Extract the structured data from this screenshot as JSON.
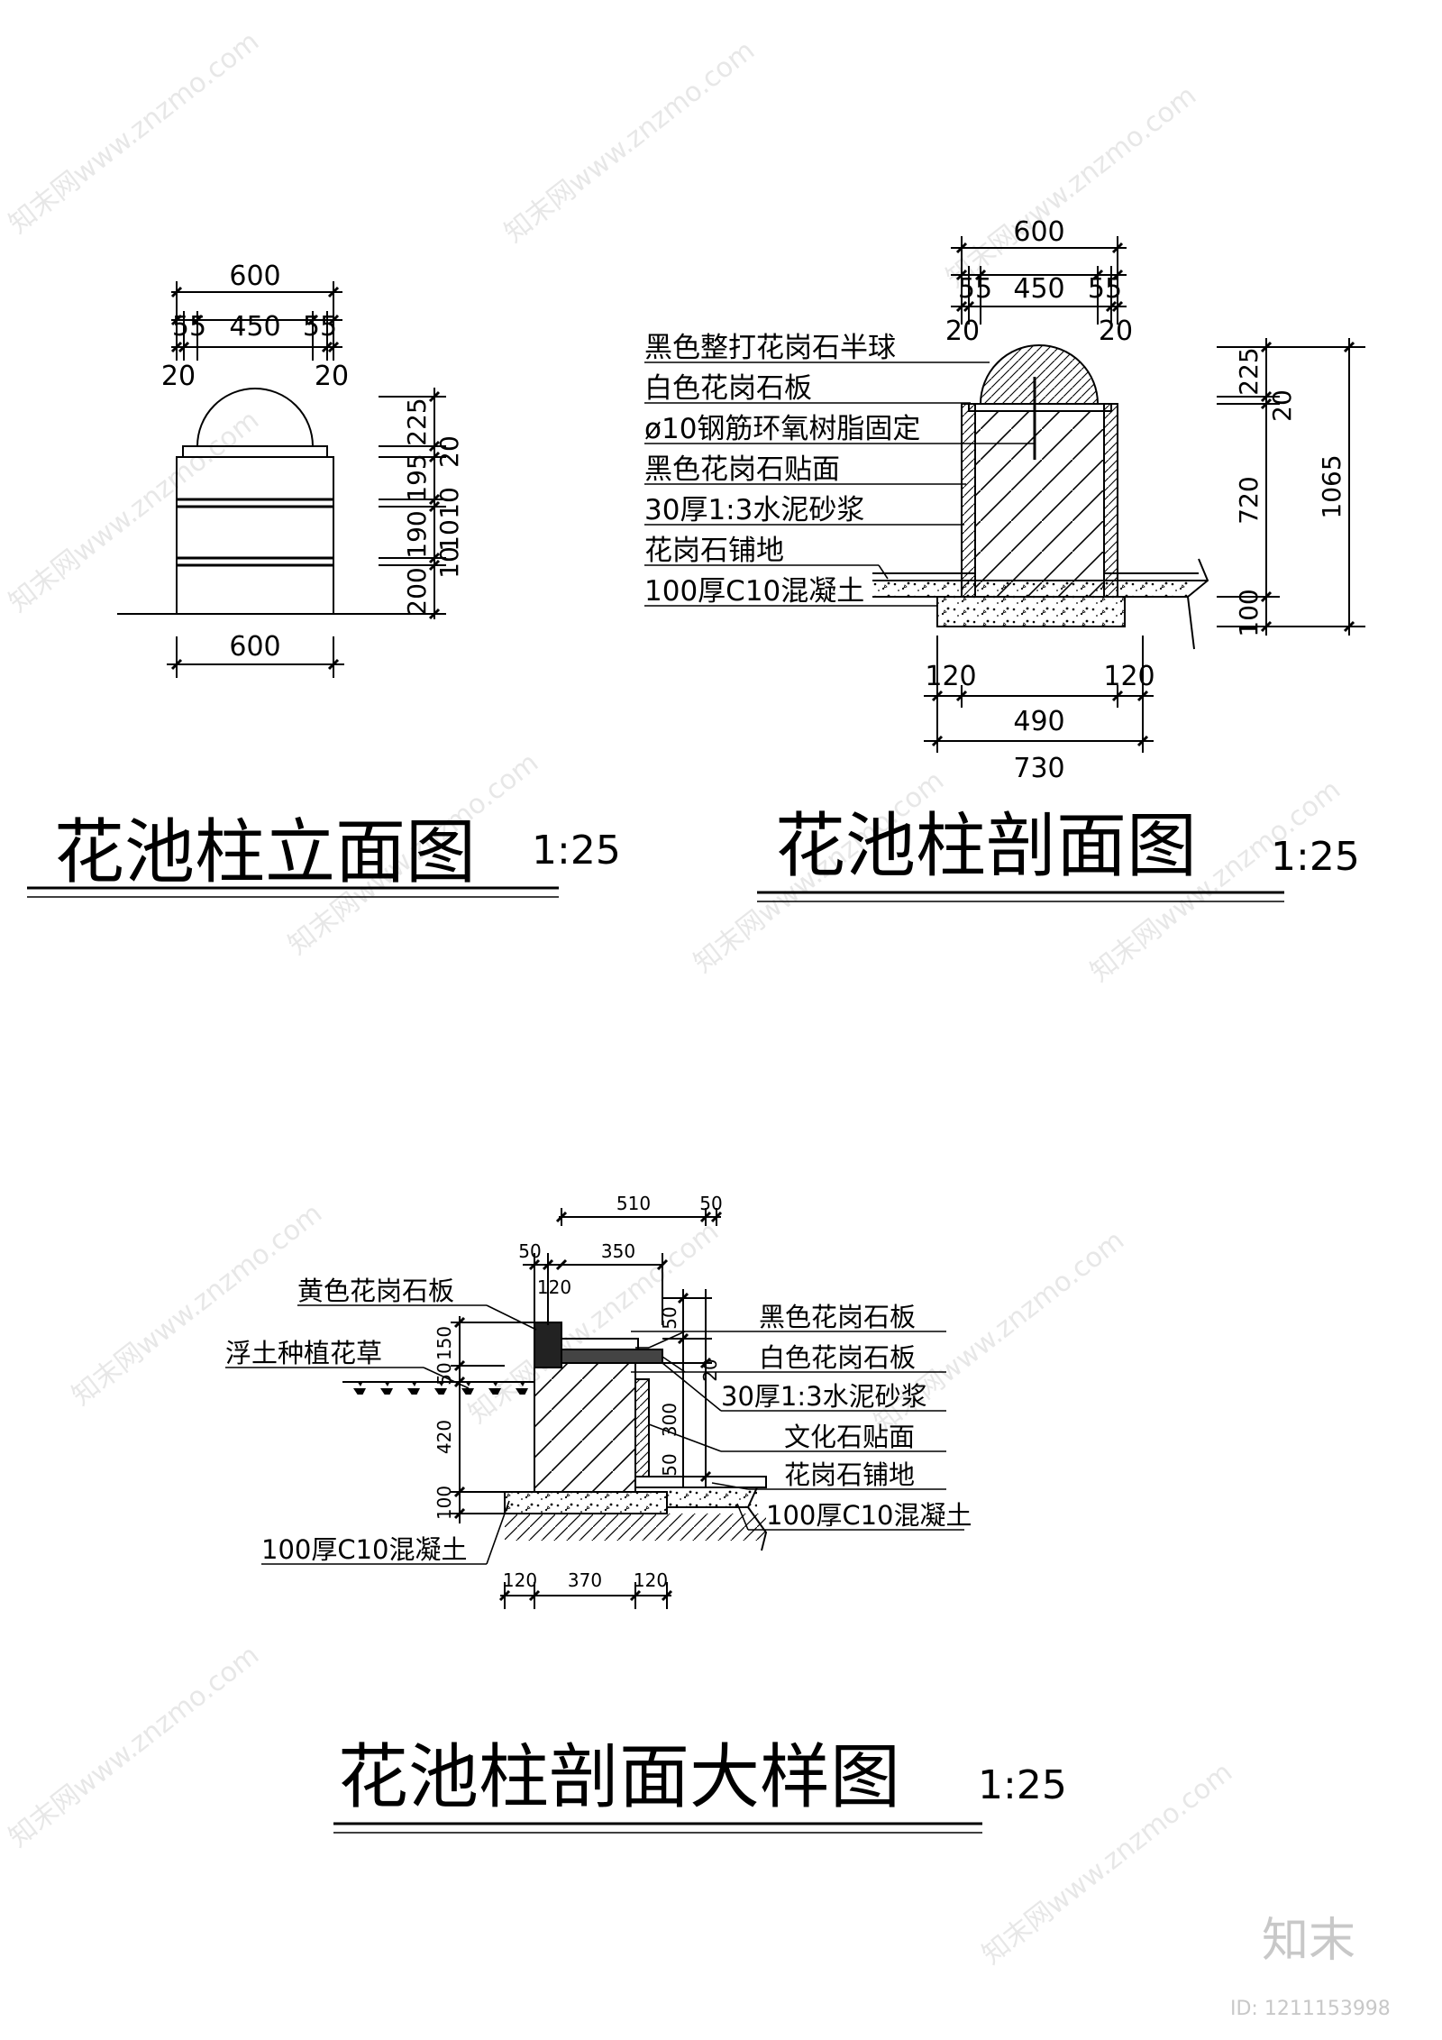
{
  "elevation": {
    "dims_top": [
      "600",
      "55",
      "450",
      "55",
      "20",
      "20"
    ],
    "dims_side": [
      "225",
      "195",
      "190",
      "200",
      "20",
      "10",
      "10",
      "10"
    ],
    "dim_bottom": "600",
    "title": "花池柱立面图",
    "scale": "1:25"
  },
  "section": {
    "dims_top": [
      "600",
      "55",
      "450",
      "55",
      "20",
      "20"
    ],
    "dims_right": [
      "225",
      "20",
      "720",
      "100",
      "1065"
    ],
    "dims_bottom": [
      "120",
      "490",
      "120",
      "730"
    ],
    "notes": [
      "黑色整打花岗石半球",
      "白色花岗石板",
      "ø10钢筋环氧树脂固定",
      "黑色花岗石贴面",
      "30厚1:3水泥砂浆",
      "花岗石铺地",
      "100厚C10混凝土"
    ],
    "title": "花池柱剖面图",
    "scale": "1:25"
  },
  "detail": {
    "dims_top": [
      "510",
      "50",
      "50",
      "350",
      "120"
    ],
    "dims_left": [
      "150",
      "50",
      "420",
      "100"
    ],
    "dims_right": [
      "50",
      "20",
      "300",
      "50"
    ],
    "dims_bottom": [
      "120",
      "370",
      "120"
    ],
    "notes_left": [
      "黄色花岗石板",
      "浮土种植花草",
      "100厚C10混凝土"
    ],
    "notes_right": [
      "黑色花岗石板",
      "白色花岗石板",
      "30厚1:3水泥砂浆",
      "文化石贴面",
      "花岗石铺地",
      "100厚C10混凝土"
    ],
    "title": "花池柱剖面大样图",
    "scale": "1:25"
  },
  "watermark": {
    "text": "知末网www.znzmo.com",
    "brand": "知末",
    "id": "ID: 1211153998"
  }
}
